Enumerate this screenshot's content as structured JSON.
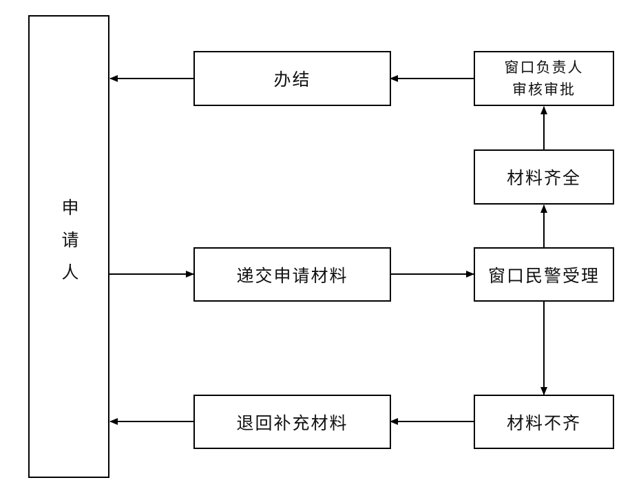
{
  "diagram": {
    "applicant": "申请人",
    "finish": "办结",
    "leader_review": [
      "窗口负责人",
      "审核审批"
    ],
    "materials_complete": "材料齐全",
    "submit": "递交申请材料",
    "police_accept": "窗口民警受理",
    "return": "退回补充材料",
    "materials_incomplete": "材料不齐"
  },
  "colors": {
    "line": "#000000",
    "background": "#ffffff"
  }
}
